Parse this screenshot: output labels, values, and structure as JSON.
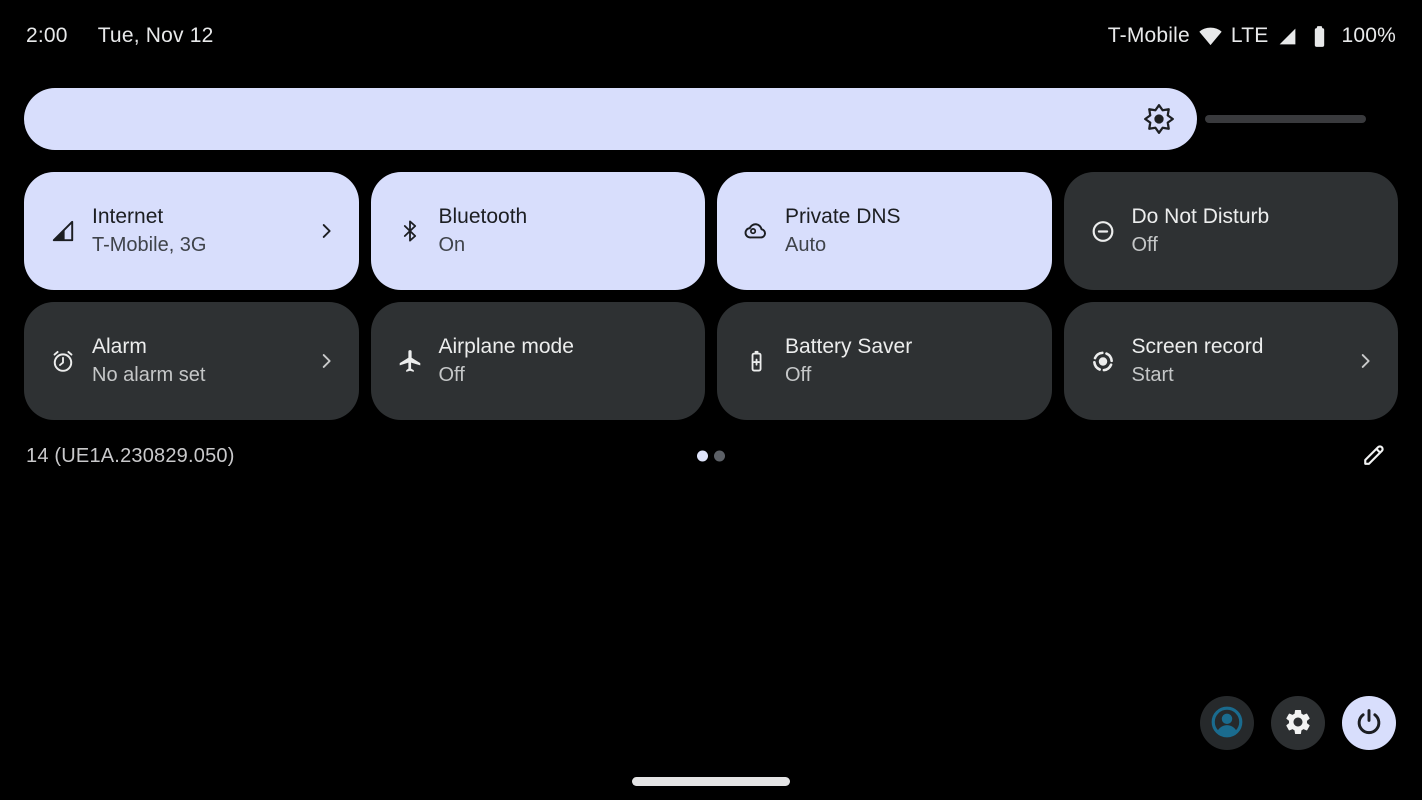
{
  "status_bar": {
    "time": "2:00",
    "date": "Tue, Nov 12",
    "carrier": "T-Mobile",
    "network": "LTE",
    "battery": "100%"
  },
  "brightness": {
    "fill_percent": 87.4
  },
  "tiles": [
    {
      "title": "Internet",
      "subtitle": "T-Mobile, 3G",
      "state": "active",
      "icon": "cellular-signal-icon",
      "chevron": true
    },
    {
      "title": "Bluetooth",
      "subtitle": "On",
      "state": "active",
      "icon": "bluetooth-icon",
      "chevron": false
    },
    {
      "title": "Private DNS",
      "subtitle": "Auto",
      "state": "active",
      "icon": "cloud-key-icon",
      "chevron": false
    },
    {
      "title": "Do Not Disturb",
      "subtitle": "Off",
      "state": "inactive",
      "icon": "do-not-disturb-icon",
      "chevron": false
    },
    {
      "title": "Alarm",
      "subtitle": "No alarm set",
      "state": "inactive",
      "icon": "alarm-clock-icon",
      "chevron": true
    },
    {
      "title": "Airplane mode",
      "subtitle": "Off",
      "state": "inactive",
      "icon": "airplane-icon",
      "chevron": false
    },
    {
      "title": "Battery Saver",
      "subtitle": "Off",
      "state": "inactive",
      "icon": "battery-saver-icon",
      "chevron": false
    },
    {
      "title": "Screen record",
      "subtitle": "Start",
      "state": "inactive",
      "icon": "screen-record-icon",
      "chevron": true
    }
  ],
  "footer": {
    "build_version": "14 (UE1A.230829.050)",
    "page_count": 2,
    "active_page": 1
  },
  "quick_action_icons": [
    "user-avatar-icon",
    "settings-gear-icon",
    "power-icon"
  ],
  "colors": {
    "background": "#000000",
    "accent": "#d8defc",
    "tile_inactive": "#2e3133",
    "track": "#393a3d",
    "avatar_teal": "#1a6b8e",
    "title_dark": "#1c1e22",
    "sub_dark": "#3f434a",
    "title_light": "#eceded",
    "sub_light": "#c5c7c8"
  }
}
